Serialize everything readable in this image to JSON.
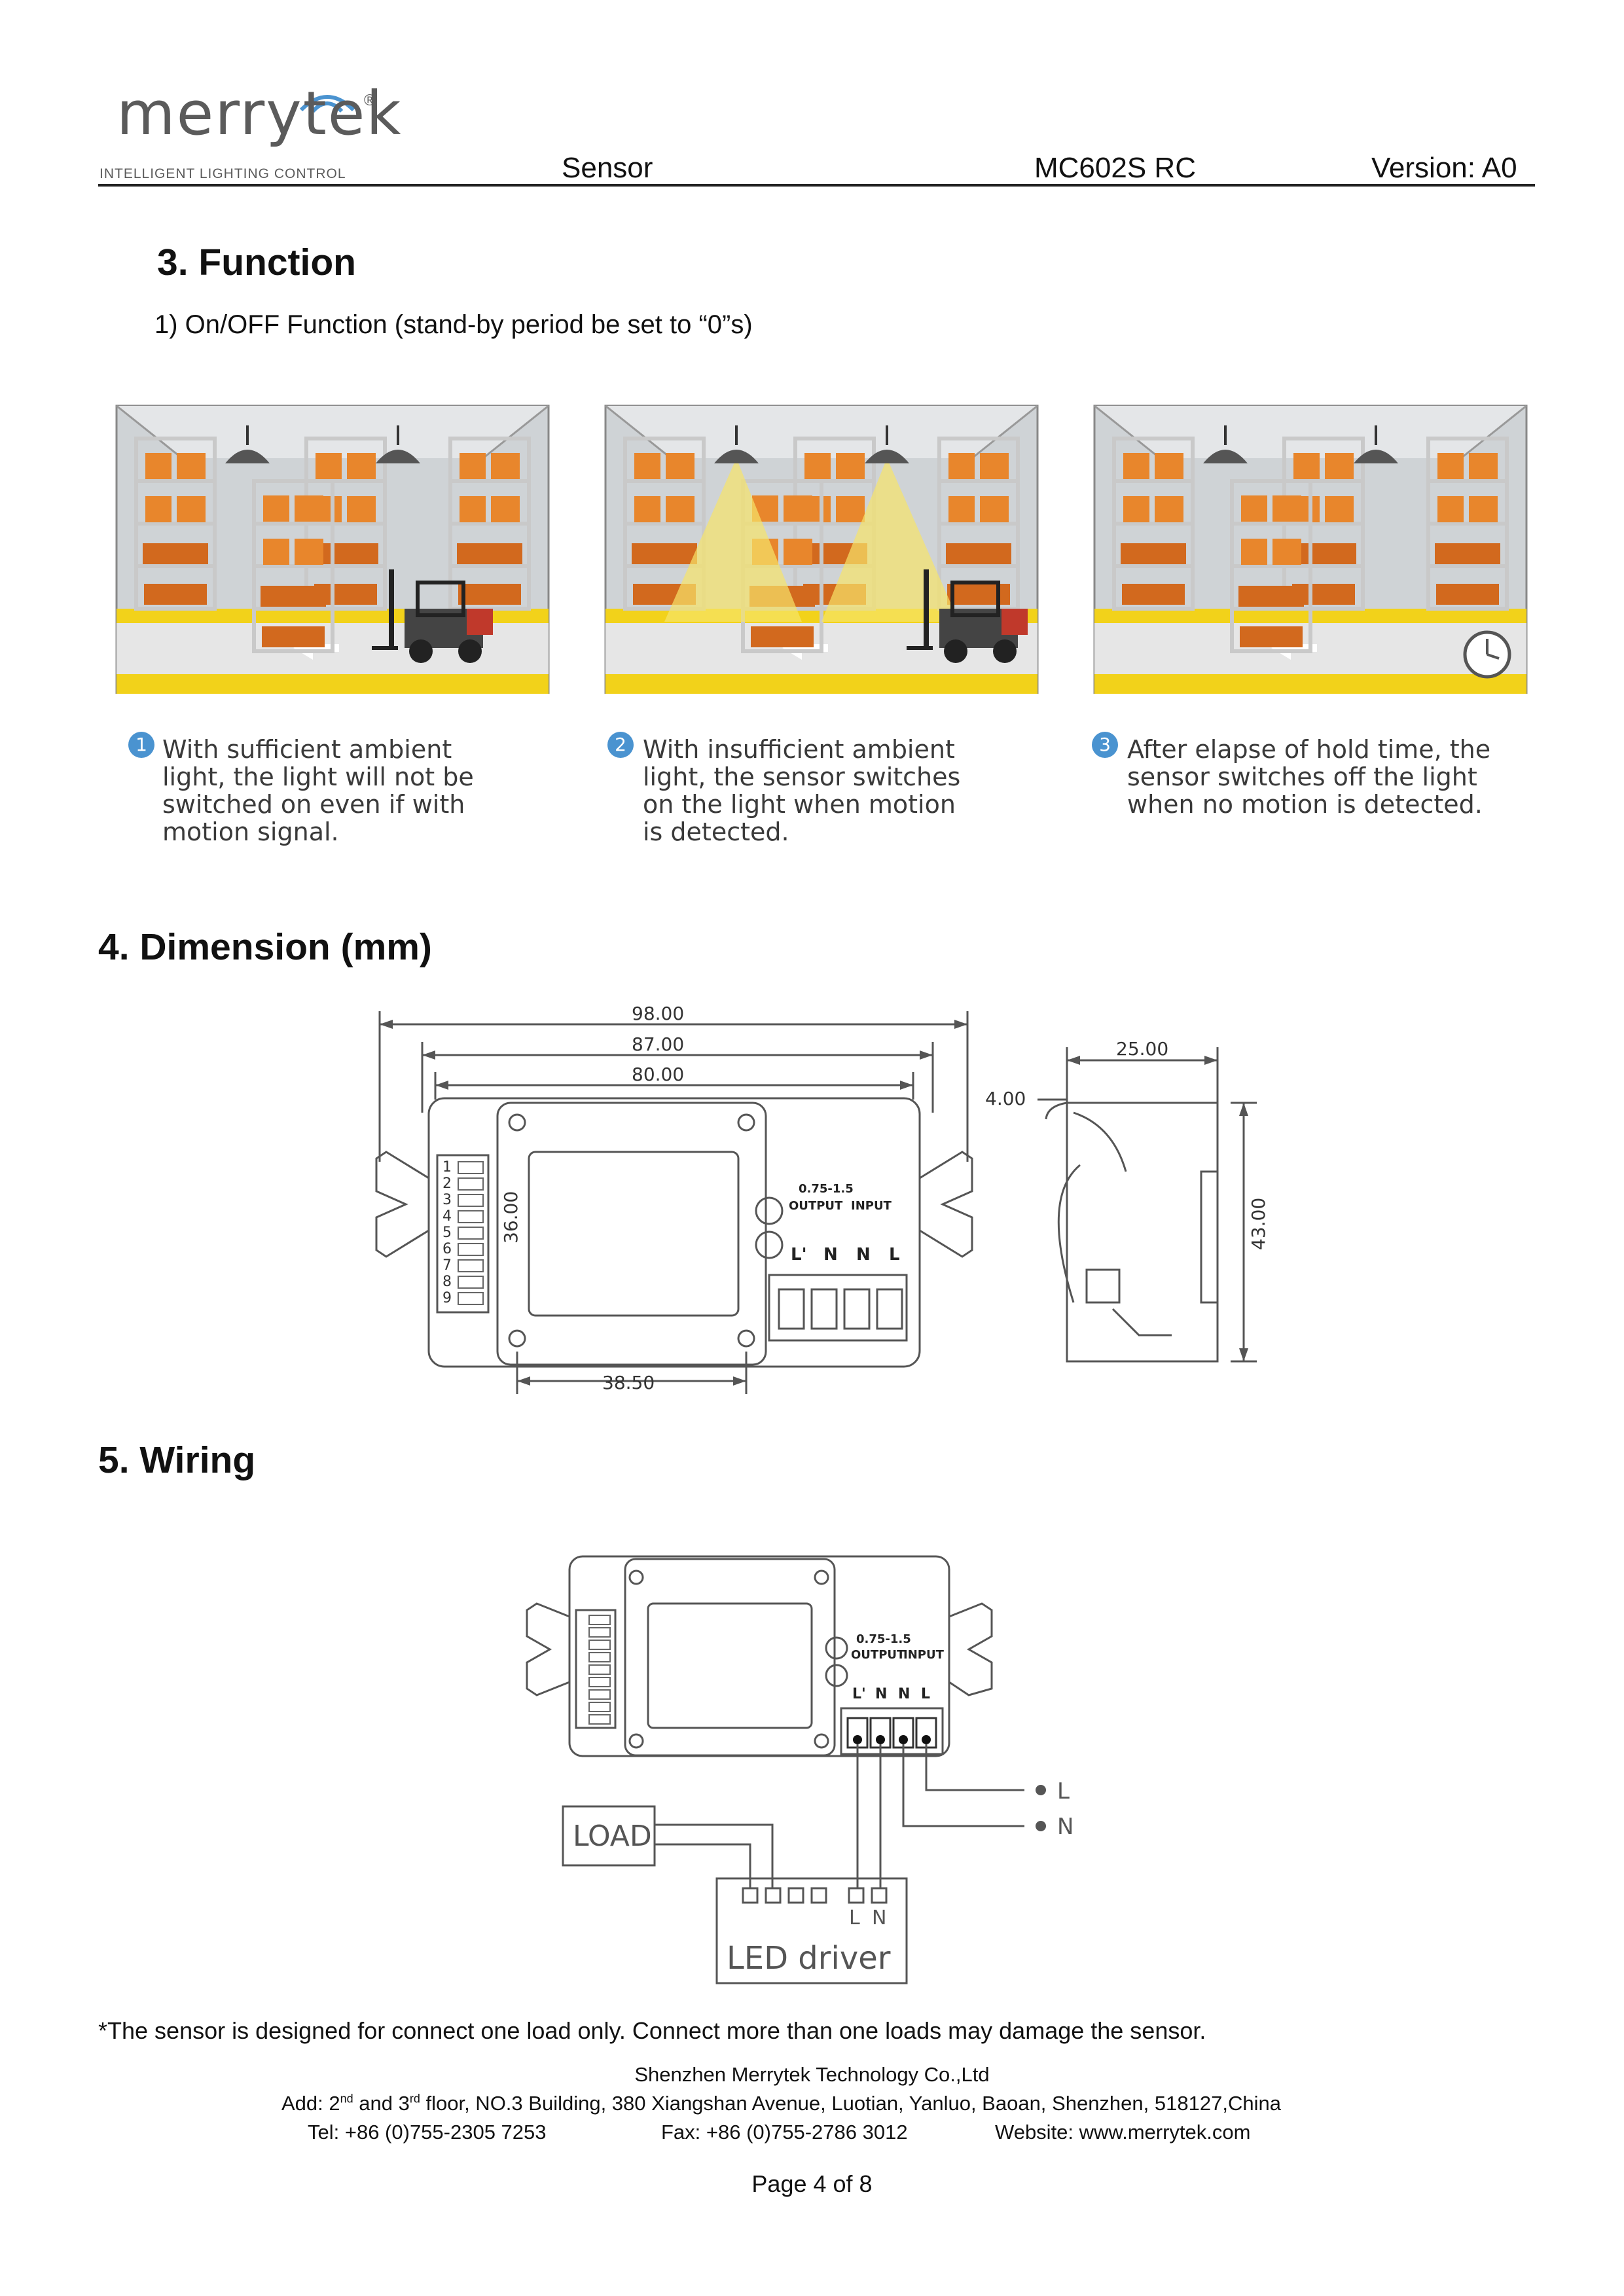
{
  "header": {
    "logo_text": "merrytek",
    "registered_mark": "®",
    "tagline": "INTELLIGENT LIGHTING CONTROL",
    "category": "Sensor",
    "model": "MC602S RC",
    "version": "Version: A0"
  },
  "function": {
    "title": "3. Function",
    "subtitle": "1) On/OFF Function (stand-by period be set to “0”s)",
    "scenes": [
      {
        "number": "1",
        "caption": [
          "With sufficient ambient",
          "light, the light will not be",
          "switched on even if with",
          "motion signal."
        ]
      },
      {
        "number": "2",
        "caption": [
          "With insufficient ambient",
          "light, the sensor switches",
          "on the light when motion",
          "is detected."
        ]
      },
      {
        "number": "3",
        "caption": [
          "After elapse of hold time, the",
          "sensor switches off the light",
          "when no motion is detected."
        ]
      }
    ]
  },
  "dimension": {
    "title": "4. Dimension (mm)",
    "labels": {
      "w98": "98.00",
      "w87": "87.00",
      "w80": "80.00",
      "h36": "36.00",
      "w38": "38.50",
      "t4": "4.00",
      "d25": "25.00",
      "h43": "43.00"
    },
    "terminal": {
      "wire_size": "0.75-1.5",
      "output": "OUTPUT",
      "input": "INPUT",
      "pins": [
        "L'",
        "N",
        "N",
        "L"
      ]
    },
    "dip_numbers": [
      "1",
      "2",
      "3",
      "4",
      "5",
      "6",
      "7",
      "8",
      "9"
    ]
  },
  "wiring": {
    "title": "5. Wiring",
    "load": "LOAD",
    "driver": "LED driver",
    "driver_pins": [
      "L",
      "N"
    ],
    "mains": [
      "L",
      "N"
    ]
  },
  "note": "*The sensor is designed for connect one load only. Connect more than one loads may damage the sensor.",
  "footer": {
    "company": "Shenzhen Merrytek Technology Co.,Ltd",
    "address_prefix": "Add: 2",
    "sup1": "nd",
    "address_mid": " and 3",
    "sup2": "rd",
    "address_suffix": " floor, NO.3 Building, 380 Xiangshan Avenue, Luotian, Yanluo, Baoan, Shenzhen, 518127,China",
    "tel": "Tel: +86 (0)755-2305 7253",
    "fax": "Fax: +86 (0)755-2786 3012",
    "website": "Website: www.merrytek.com",
    "page": "Page 4 of 8"
  }
}
